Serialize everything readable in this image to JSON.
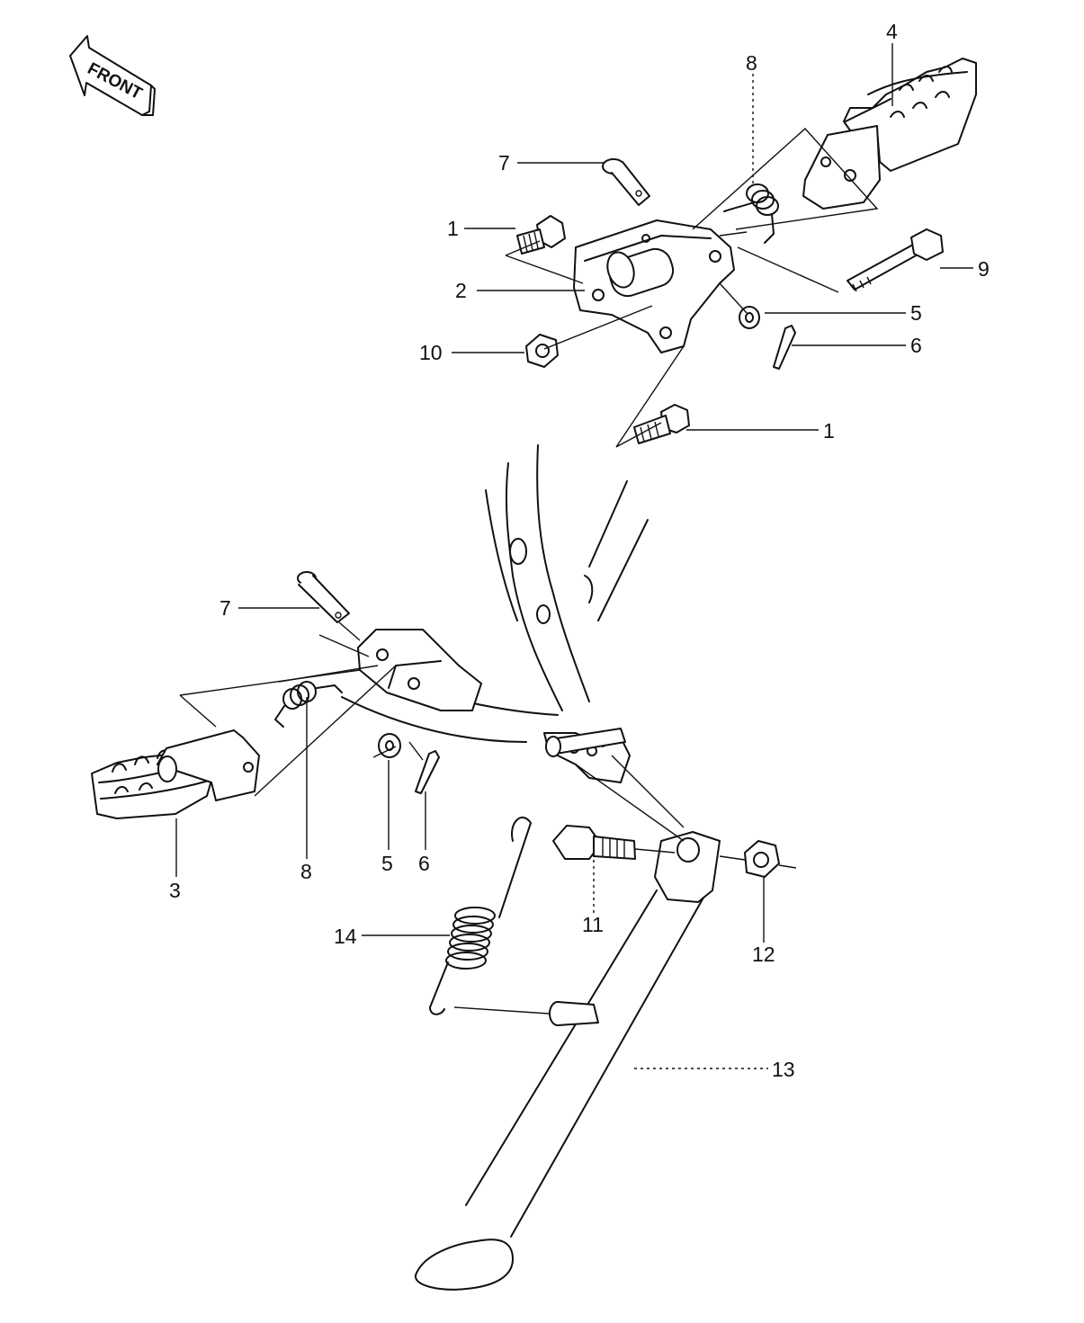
{
  "direction_badge": {
    "text": "FRONT"
  },
  "callouts": [
    "1",
    "1",
    "2",
    "3",
    "4",
    "5",
    "5",
    "6",
    "6",
    "7",
    "7",
    "8",
    "8",
    "9",
    "10",
    "11",
    "12",
    "13",
    "14"
  ],
  "colors": {
    "ink": "#111111",
    "paper": "#ffffff"
  }
}
